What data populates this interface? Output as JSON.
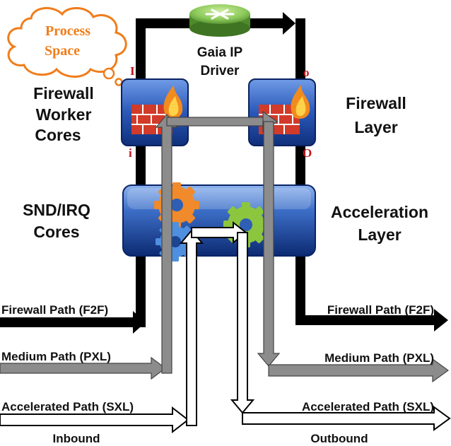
{
  "cloud": {
    "line1": "Process",
    "line2": "Space"
  },
  "driver": {
    "line1": "Gaia IP",
    "line2": "Driver"
  },
  "worker": {
    "line1": "Firewall",
    "line2": "Worker",
    "line3": "Cores"
  },
  "fwlayer": {
    "line1": "Firewall",
    "line2": "Layer"
  },
  "snd": {
    "line1": "SND/IRQ",
    "line2": "Cores"
  },
  "accel": {
    "line1": "Acceleration",
    "line2": "Layer"
  },
  "marks": {
    "in_upper": "I",
    "in_lower": "i",
    "out_upper": "o",
    "out_lower": "O"
  },
  "paths": {
    "in_f2f": "Firewall Path (F2F)",
    "in_pxl": "Medium Path (PXL)",
    "in_sxl": "Accelerated Path (SXL)",
    "out_f2f": "Firewall Path (F2F)",
    "out_pxl": "Medium Path (PXL)",
    "out_sxl": "Accelerated Path (SXL)"
  },
  "directions": {
    "inbound": "Inbound",
    "outbound": "Outbound"
  },
  "colors": {
    "firewall_path": "#000000",
    "medium_path": "#8c8c8c",
    "accelerated_path": "#ffffff",
    "cloud_stroke": "#f07d1a",
    "label_red": "#c0141e",
    "accel_box": "#1e4f9c"
  }
}
